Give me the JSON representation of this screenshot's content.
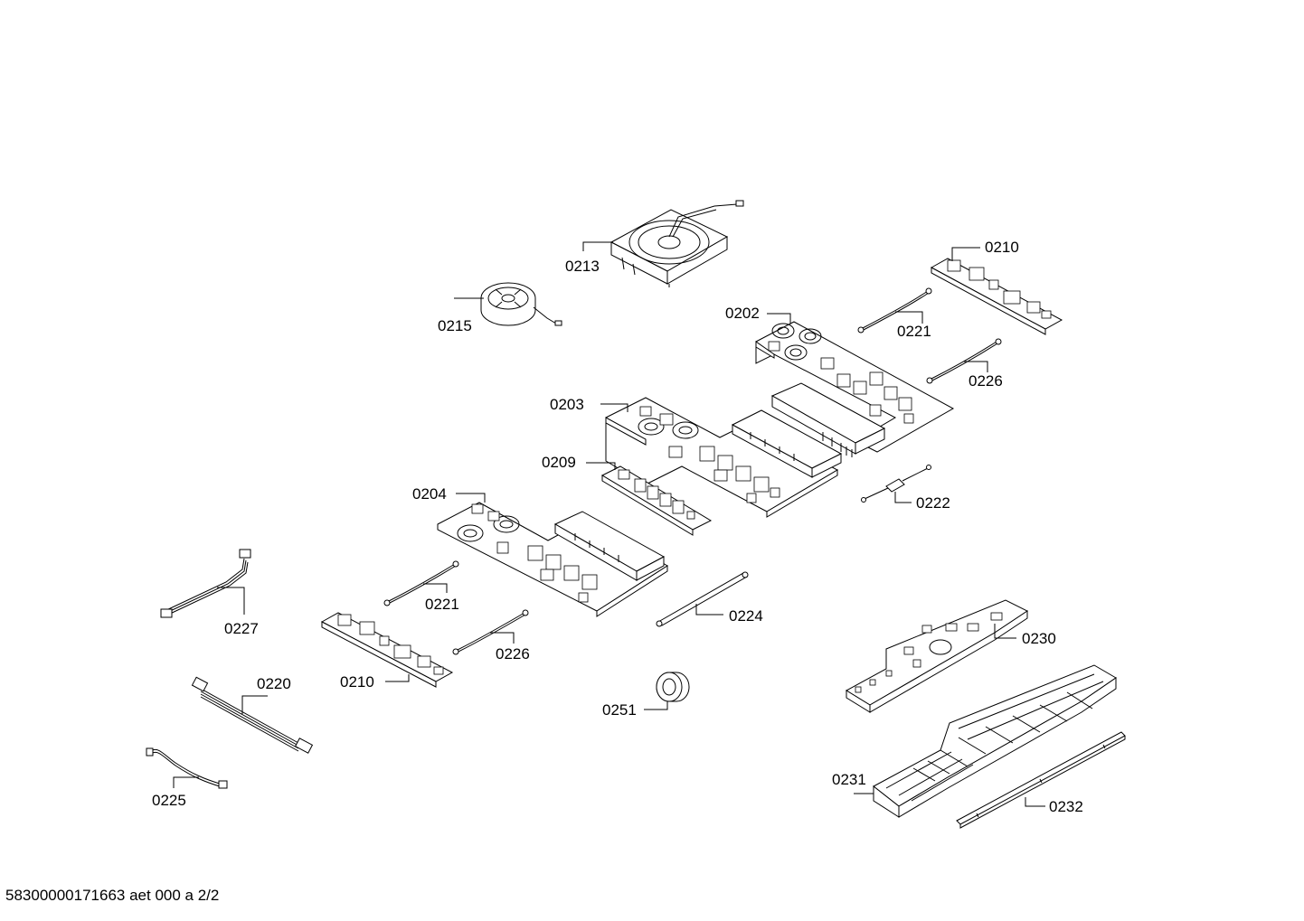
{
  "labels": {
    "p0213": "0213",
    "p0215": "0215",
    "p0210a": "0210",
    "p0202": "0202",
    "p0221a": "0221",
    "p0226a": "0226",
    "p0203": "0203",
    "p0209": "0209",
    "p0222": "0222",
    "p0204": "0204",
    "p0227": "0227",
    "p0221b": "0221",
    "p0224": "0224",
    "p0230": "0230",
    "p0226b": "0226",
    "p0210b": "0210",
    "p0220": "0220",
    "p0251": "0251",
    "p0231": "0231",
    "p0225": "0225",
    "p0232": "0232"
  },
  "footer": "58300000171663 aet 000 a 2/2"
}
